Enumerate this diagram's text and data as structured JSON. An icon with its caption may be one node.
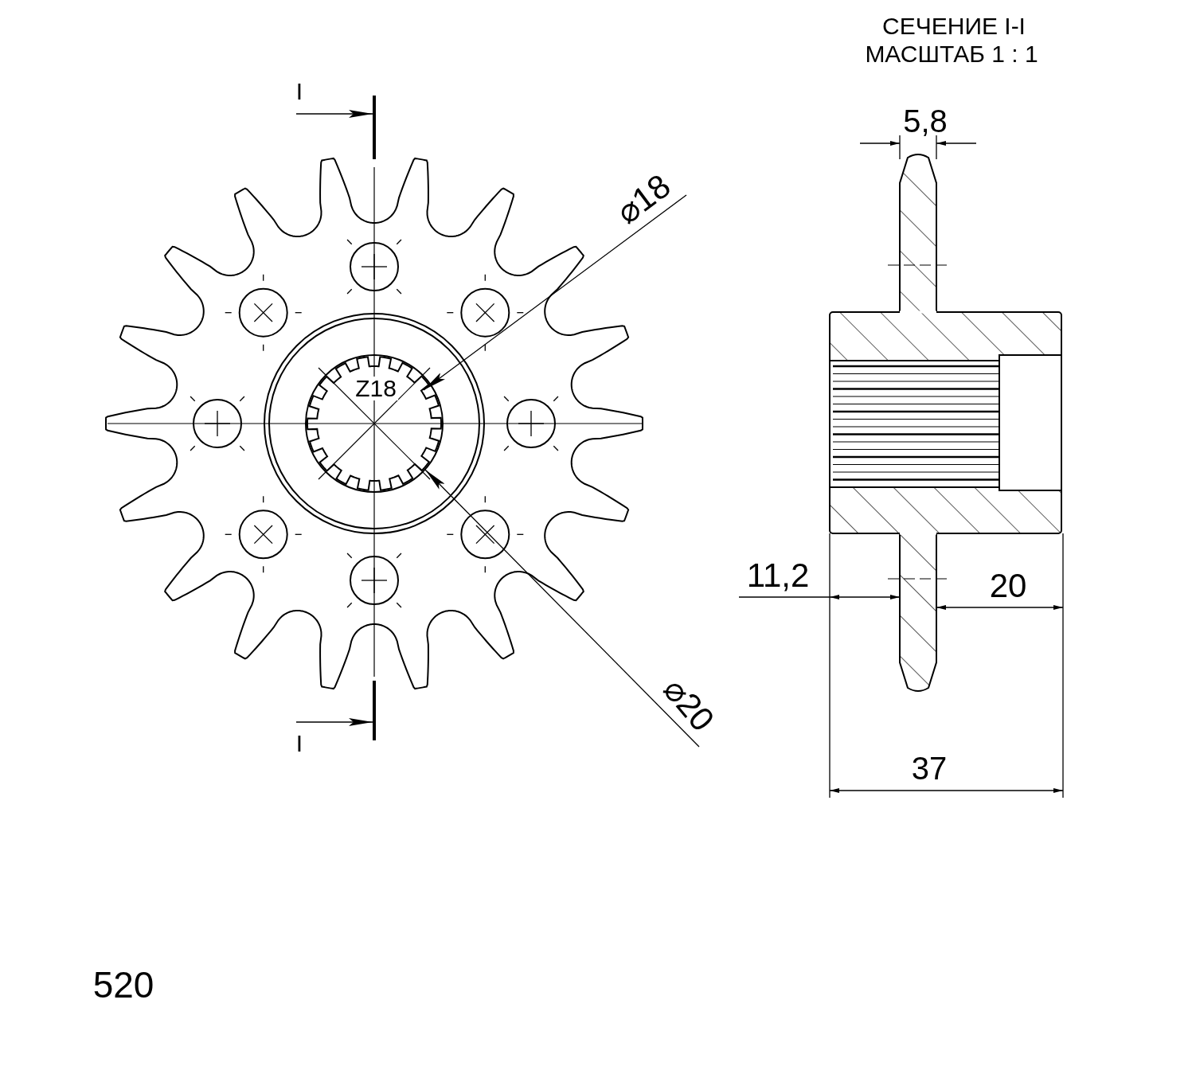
{
  "diagram": {
    "labels": [
      "СЕЧЕНИЕ I-I",
      "МАСШТАБ 1 : 1",
      "I",
      "5,8",
      "⌀18",
      "Z18",
      "11,2",
      "20",
      "⌀20",
      "I",
      "37",
      "520"
    ]
  }
}
